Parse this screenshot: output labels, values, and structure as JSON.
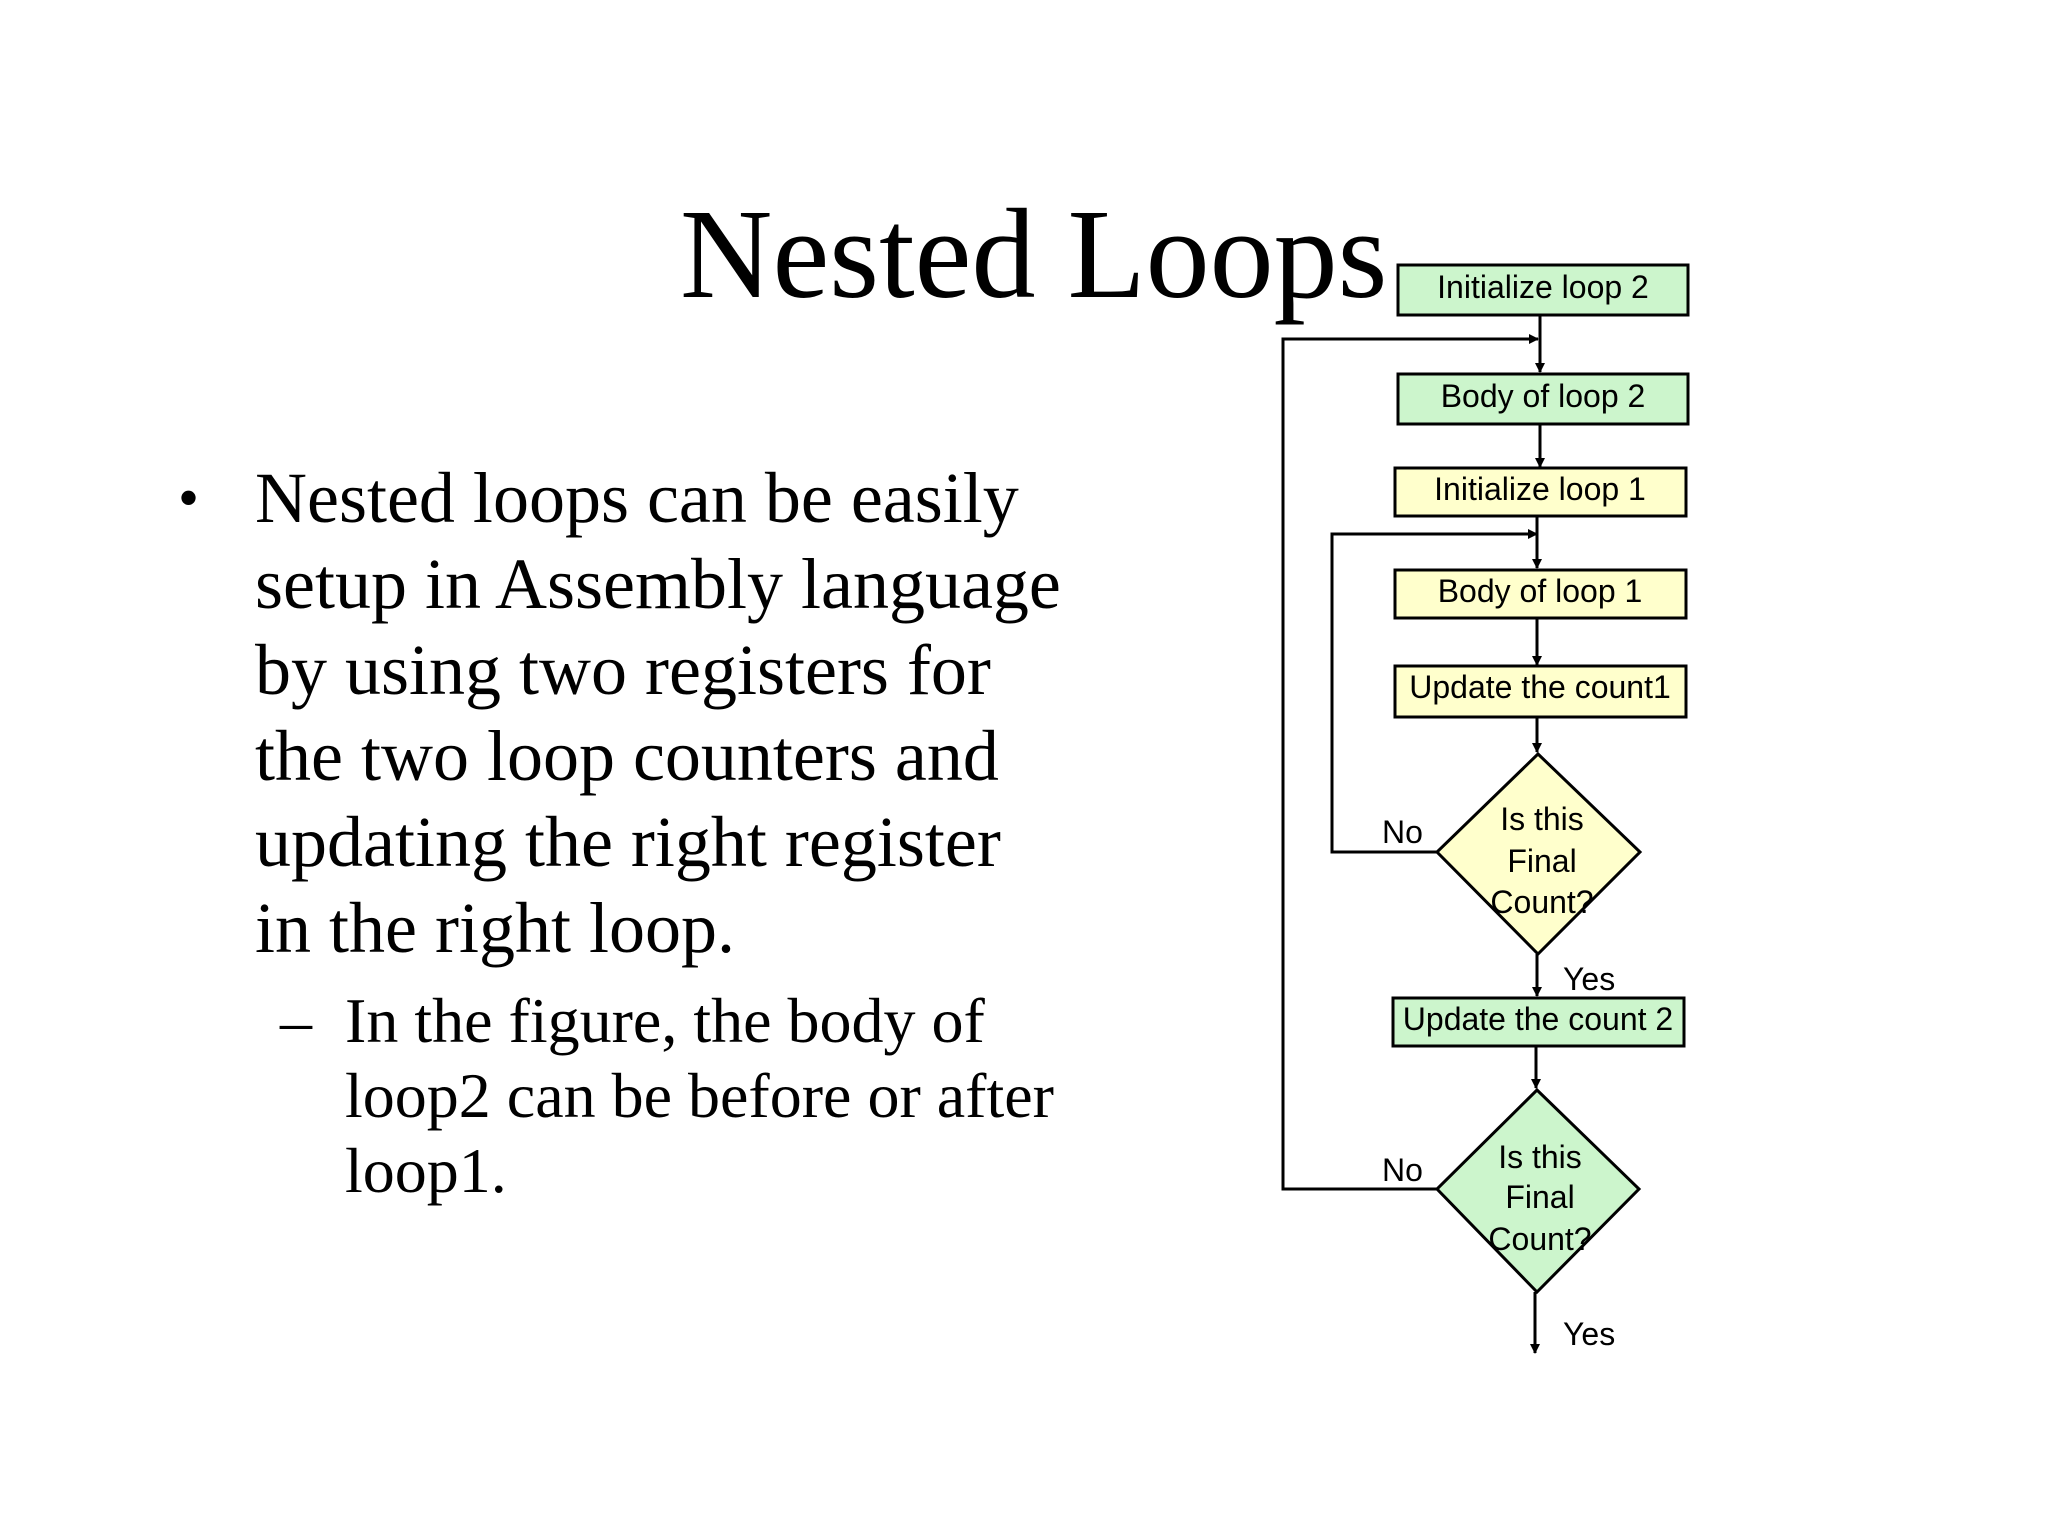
{
  "title": "Nested Loops",
  "bullets": [
    {
      "text": "Nested loops can be easily setup in Assembly language by using two registers for the two loop counters and updating the right register in the right loop.",
      "sub": [
        {
          "text": "In the figure, the body of loop2 can be before or after loop1."
        }
      ]
    }
  ],
  "flowchart": {
    "init_loop2": "Initialize loop 2",
    "body_loop2": "Body of loop 2",
    "init_loop1": "Initialize loop 1",
    "body_loop1": "Body of loop 1",
    "update_count1": "Update the count1",
    "decision1": [
      "Is this",
      "Final",
      "Count?"
    ],
    "decision1_no": "No",
    "decision1_yes": "Yes",
    "update_count2": "Update the count 2",
    "decision2": [
      "Is this",
      "Final",
      "Count?"
    ],
    "decision2_no": "No",
    "decision2_yes": "Yes",
    "colors": {
      "loop2_fill": "#ccf5cc",
      "loop1_fill": "#ffffcc",
      "stroke": "#000000"
    }
  }
}
